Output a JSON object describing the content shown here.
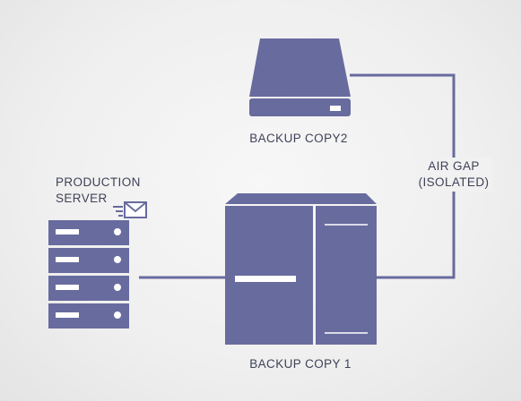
{
  "diagram": {
    "production_server": {
      "label_line1": "PRODUCTION",
      "label_line2": "SERVER"
    },
    "backup_copy_1": {
      "label": "BACKUP COPY 1"
    },
    "backup_copy_2": {
      "label": "BACKUP COPY2"
    },
    "air_gap": {
      "label_line1": "AIR GAP",
      "label_line2": "(ISOLATED)"
    }
  },
  "colors": {
    "icon_fill": "#686b9e",
    "line": "#686b9e",
    "icon_highlight": "#ffffff",
    "label_text": "#3f4258",
    "background": "#f0f0f0"
  },
  "icons": {
    "server_rack": "server-rack-icon",
    "envelope": "envelope-icon",
    "tower_server": "tower-server-icon",
    "external_drive": "external-drive-icon"
  }
}
